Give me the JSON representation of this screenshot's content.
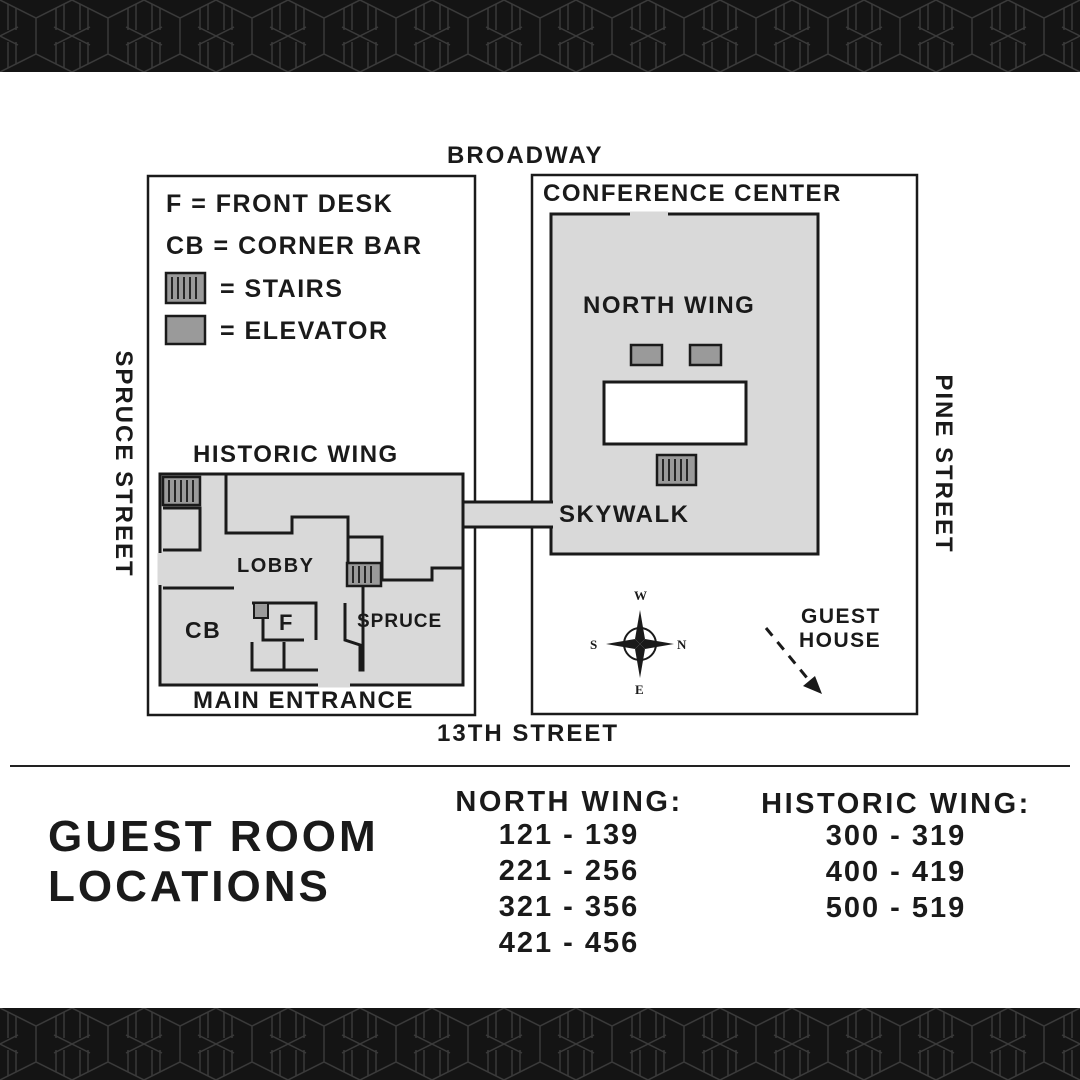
{
  "map": {
    "streets": {
      "north": "BROADWAY",
      "south": "13TH STREET",
      "west": "SPRUCE STREET",
      "east": "PINE STREET"
    },
    "legend": {
      "front_desk": "F = FRONT DESK",
      "corner_bar": "CB = CORNER BAR",
      "stairs": "= STAIRS",
      "elevator": "= ELEVATOR"
    },
    "labels": {
      "conference_center": "CONFERENCE CENTER",
      "north_wing": "NORTH WING",
      "historic_wing": "HISTORIC WING",
      "skywalk": "SKYWALK",
      "lobby": "LOBBY",
      "cb": "CB",
      "f": "F",
      "spruce": "SPRUCE",
      "main_entrance": "MAIN ENTRANCE",
      "guest_house_line1": "GUEST",
      "guest_house_line2": "HOUSE"
    },
    "compass": {
      "top": "W",
      "right": "N",
      "bottom": "E",
      "left": "S"
    },
    "colors": {
      "building_fill": "#d9d9d9",
      "stairs_fill": "#9a9a9a",
      "elevator_fill": "#9a9a9a",
      "outline": "#1a1a1a",
      "band": "#141414"
    }
  },
  "rooms": {
    "title_line1": "GUEST ROOM",
    "title_line2": "LOCATIONS",
    "north_wing": {
      "heading": "NORTH WING:",
      "ranges": [
        "121 - 139",
        "221 - 256",
        "321 - 356",
        "421 - 456"
      ]
    },
    "historic_wing": {
      "heading": "HISTORIC WING:",
      "ranges": [
        "300 - 319",
        "400 - 419",
        "500 - 519"
      ]
    }
  }
}
